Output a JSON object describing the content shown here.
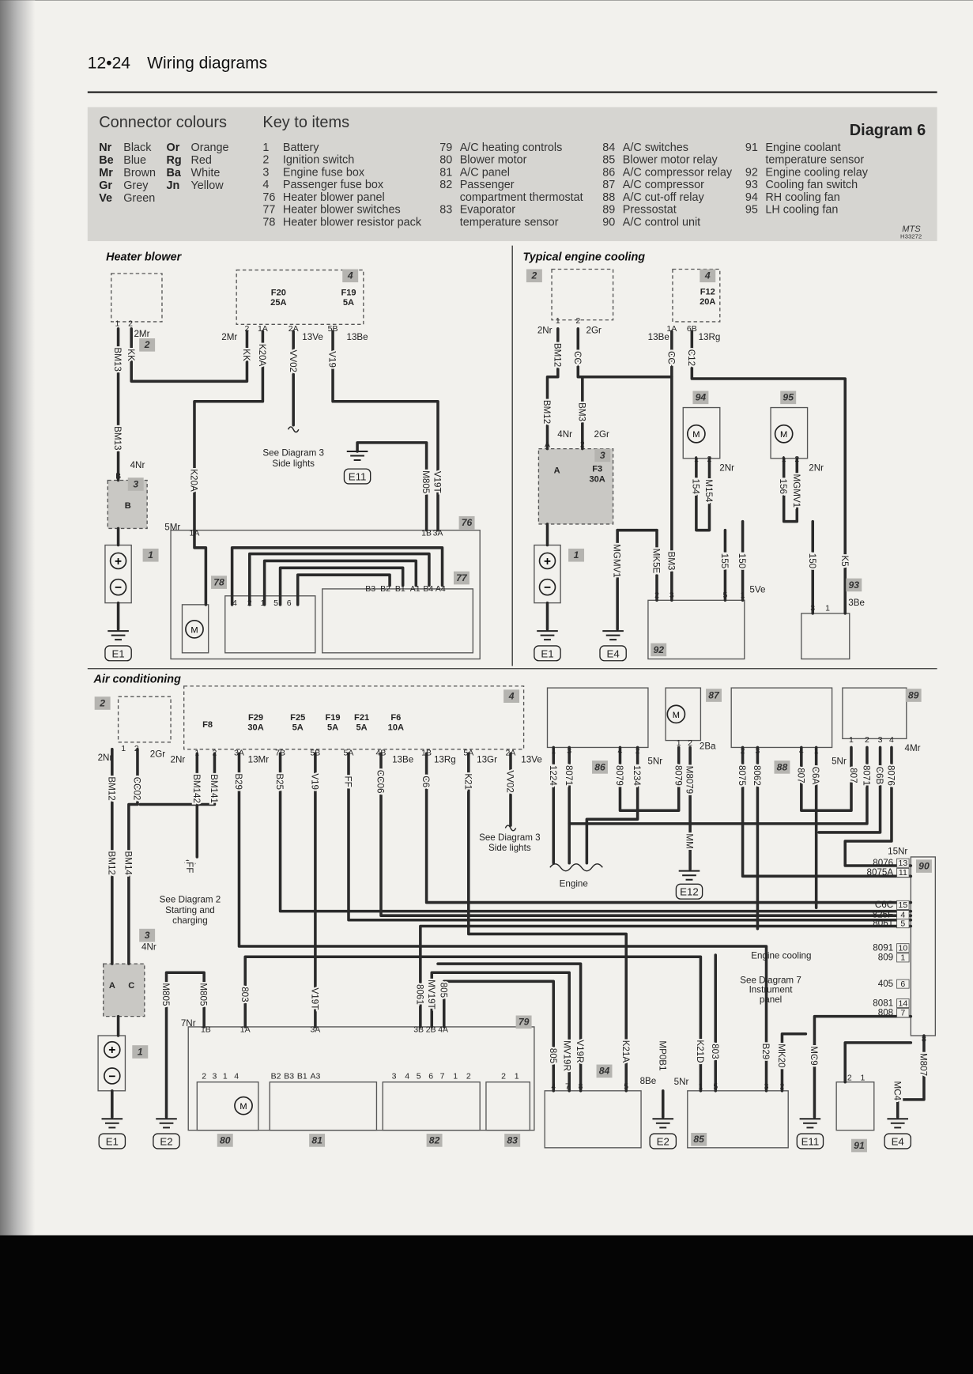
{
  "header": {
    "page": "12•24",
    "title": "Wiring diagrams"
  },
  "key": {
    "connector_title": "Connector colours",
    "colours": [
      {
        "code": "Nr",
        "name": "Black"
      },
      {
        "code": "Be",
        "name": "Blue"
      },
      {
        "code": "Mr",
        "name": "Brown"
      },
      {
        "code": "Gr",
        "name": "Grey"
      },
      {
        "code": "Ve",
        "name": "Green"
      },
      {
        "code": "Or",
        "name": "Orange"
      },
      {
        "code": "Rg",
        "name": "Red"
      },
      {
        "code": "Ba",
        "name": "White"
      },
      {
        "code": "Jn",
        "name": "Yellow"
      }
    ],
    "items_title": "Key to items",
    "items": [
      {
        "n": "1",
        "label": "Battery"
      },
      {
        "n": "2",
        "label": "Ignition switch"
      },
      {
        "n": "3",
        "label": "Engine fuse box"
      },
      {
        "n": "4",
        "label": "Passenger fuse box"
      },
      {
        "n": "76",
        "label": "Heater blower panel"
      },
      {
        "n": "77",
        "label": "Heater blower switches"
      },
      {
        "n": "78",
        "label": "Heater blower resistor pack"
      },
      {
        "n": "79",
        "label": "A/C heating controls"
      },
      {
        "n": "80",
        "label": "Blower motor"
      },
      {
        "n": "81",
        "label": "A/C panel"
      },
      {
        "n": "82",
        "label": "Passenger",
        "label2": "compartment thermostat"
      },
      {
        "n": "83",
        "label": "Evaporator",
        "label2": "temperature sensor"
      },
      {
        "n": "84",
        "label": "A/C switches"
      },
      {
        "n": "85",
        "label": "Blower motor relay"
      },
      {
        "n": "86",
        "label": "A/C compressor relay"
      },
      {
        "n": "87",
        "label": "A/C compressor"
      },
      {
        "n": "88",
        "label": "A/C cut-off relay"
      },
      {
        "n": "89",
        "label": "Pressostat"
      },
      {
        "n": "90",
        "label": "A/C control unit"
      },
      {
        "n": "91",
        "label": "Engine coolant",
        "label2": "temperature sensor"
      },
      {
        "n": "92",
        "label": "Engine cooling relay"
      },
      {
        "n": "93",
        "label": "Cooling fan switch"
      },
      {
        "n": "94",
        "label": "RH cooling fan"
      },
      {
        "n": "95",
        "label": "LH cooling fan"
      }
    ],
    "diagram": "Diagram 6",
    "logo": "MTS",
    "code": "H33272"
  },
  "heater_blower": {
    "title": "Heater blower",
    "badges": [
      "2",
      "3",
      "1",
      "4",
      "76",
      "78",
      "77"
    ],
    "wires": [
      "BM13",
      "KK",
      "BM13",
      "KK",
      "K20A",
      "VV02",
      "V19",
      "K20A",
      "M805",
      "V19T"
    ],
    "pins": [
      "1",
      "2",
      "B",
      "2",
      "1A",
      "2A",
      "5B",
      "1A",
      "1B",
      "3A",
      "4",
      "2",
      "1",
      "5",
      "6",
      "B3",
      "B2",
      "B1",
      "A1",
      "B4",
      "A4"
    ],
    "conn": [
      "2Mr",
      "4Nr",
      "2Mr",
      "13Ve",
      "13Be",
      "5Mr"
    ],
    "fuses": [
      "F20",
      "25A",
      "F19",
      "5A",
      "B"
    ],
    "notes": [
      "See Diagram 3",
      "Side lights"
    ],
    "grounds": [
      "E11",
      "E1"
    ]
  },
  "engine_cooling": {
    "title": "Typical engine cooling",
    "badges": [
      "2",
      "4",
      "3",
      "1",
      "94",
      "95",
      "93",
      "92"
    ],
    "wires": [
      "BM12",
      "CC",
      "CC",
      "C12",
      "BM12",
      "BM3",
      "154",
      "M154",
      "156",
      "MGMV1",
      "MGMV1",
      "MK5E",
      "BM3",
      "155",
      "150",
      "150",
      "K5"
    ],
    "pins": [
      "1",
      "2",
      "1A",
      "6B",
      "A",
      "2",
      "1",
      "2",
      "1",
      "2",
      "2",
      "3",
      "5",
      "1",
      "3",
      "1"
    ],
    "conn": [
      "2Nr",
      "2Gr",
      "13Be",
      "13Rg",
      "4Nr",
      "2Gr",
      "2Nr",
      "2Nr",
      "5Ve",
      "3Be"
    ],
    "fuses": [
      "F12",
      "20A",
      "F3",
      "30A",
      "A"
    ],
    "grounds": [
      "E1",
      "E4"
    ]
  },
  "air_conditioning": {
    "title": "Air conditioning",
    "badges": [
      "2",
      "4",
      "3",
      "1",
      "79",
      "80",
      "81",
      "82",
      "83",
      "84",
      "85",
      "91",
      "86",
      "87",
      "88",
      "89",
      "90"
    ],
    "fuses": [
      "F8",
      "F29",
      "30A",
      "F25",
      "5A",
      "F19",
      "5A",
      "F21",
      "5A",
      "F6",
      "10A",
      "A",
      "C"
    ],
    "top_pins": [
      "1",
      "2",
      "1",
      "2",
      "3A",
      "7B",
      "5B",
      "5A",
      "4B",
      "1B",
      "5A",
      "2A"
    ],
    "conn": [
      "2Nr",
      "2Gr",
      "2Nr",
      "13Mr",
      "13Be",
      "13Rg",
      "13Gr",
      "13Ve",
      "4Nr",
      "7Nr",
      "8Be",
      "5Nr",
      "5Nr",
      "2Ba",
      "5Nr",
      "4Mr",
      "15Nr"
    ],
    "wires": [
      "BM12",
      "CC02",
      "BM142",
      "BM141",
      "B29",
      "B25",
      "V19",
      "FF",
      "CC06",
      "C6",
      "K21",
      "VV02",
      "BM12",
      "BM14",
      "FF",
      "M805",
      "M805",
      "803",
      "V19T",
      "8061",
      "MV19T",
      "805",
      "805",
      "MV19R",
      "V19R",
      "K21A",
      "MP0B1",
      "K21D",
      "803",
      "B29",
      "MK20",
      "MC9",
      "MC4",
      "M807",
      "1224",
      "8071",
      "8079",
      "1234",
      "8079",
      "M8079",
      "MM",
      "8075",
      "8062",
      "807",
      "C6A",
      "807",
      "8071",
      "C6B",
      "8076"
    ],
    "box_pins": [
      "1B",
      "1A",
      "3A",
      "3B",
      "2B",
      "4A",
      "2",
      "3",
      "1",
      "4",
      "B2",
      "B3",
      "B1",
      "A3",
      "3",
      "4",
      "5",
      "6",
      "7",
      "1",
      "2",
      "2",
      "1",
      "4",
      "7",
      "8",
      "5",
      "1",
      "5",
      "3",
      "2",
      "2",
      "1",
      "8"
    ],
    "relay_pins": [
      "1",
      "3",
      "4",
      "2",
      "1",
      "2",
      "2",
      "3",
      "4",
      "1",
      "1",
      "2",
      "3",
      "4"
    ],
    "control_unit": [
      {
        "wire": "8076",
        "pin": "13"
      },
      {
        "wire": "8075A",
        "pin": "11"
      },
      {
        "wire": "C6C",
        "pin": "15"
      },
      {
        "wire": "825F",
        "pin": "4"
      },
      {
        "wire": "8061",
        "pin": "5"
      },
      {
        "wire": "8091",
        "pin": "10"
      },
      {
        "wire": "809",
        "pin": "1"
      },
      {
        "wire": "405",
        "pin": "6"
      },
      {
        "wire": "8081",
        "pin": "14"
      },
      {
        "wire": "808",
        "pin": "7"
      }
    ],
    "notes": [
      "See Diagram 2",
      "Starting and",
      "charging",
      "See Diagram 3",
      "Side lights",
      "Engine",
      "Engine cooling",
      "See Diagram 7",
      "Instrument",
      "panel"
    ],
    "grounds": [
      "E12",
      "E1",
      "E2",
      "E2",
      "E11",
      "E4"
    ]
  }
}
